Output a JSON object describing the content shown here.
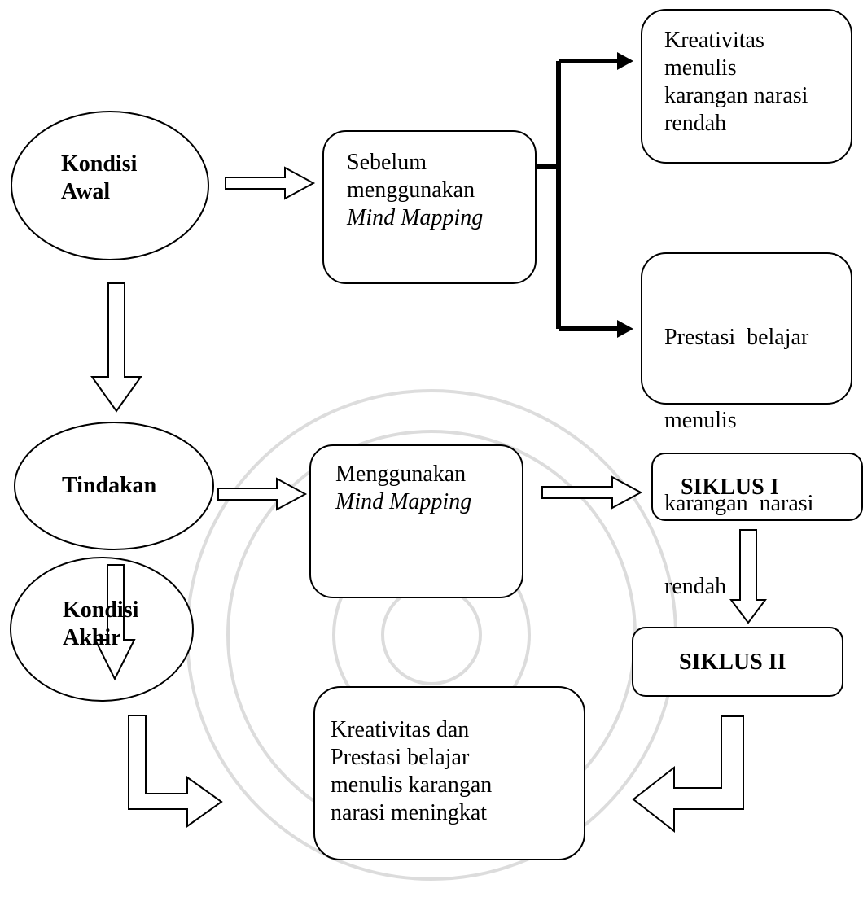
{
  "nodes": {
    "kondisi_awal": {
      "line1": "Kondisi",
      "line2": "Awal"
    },
    "sebelum": {
      "line1": "Sebelum",
      "line2": "menggunakan",
      "line3_italic": "Mind Mapping"
    },
    "kreativitas_rendah": {
      "line1": "Kreativitas",
      "line2": "menulis",
      "line3": "karangan narasi",
      "line4": "rendah"
    },
    "prestasi_rendah": {
      "line1": "Prestasi  belajar",
      "line2": "menulis",
      "line3": "karangan  narasi",
      "line4": "rendah"
    },
    "tindakan": {
      "label": "Tindakan"
    },
    "menggunakan": {
      "line1": "Menggunakan",
      "line2_italic": "Mind Mapping"
    },
    "siklus1": {
      "label": "SIKLUS I"
    },
    "siklus2": {
      "label": "SIKLUS II"
    },
    "kondisi_akhir": {
      "line1": "Kondisi",
      "line2": "Akhir"
    },
    "hasil": {
      "line1": "Kreativitas dan",
      "line2": "Prestasi belajar",
      "line3": "menulis karangan",
      "line4": "narasi meningkat"
    }
  }
}
